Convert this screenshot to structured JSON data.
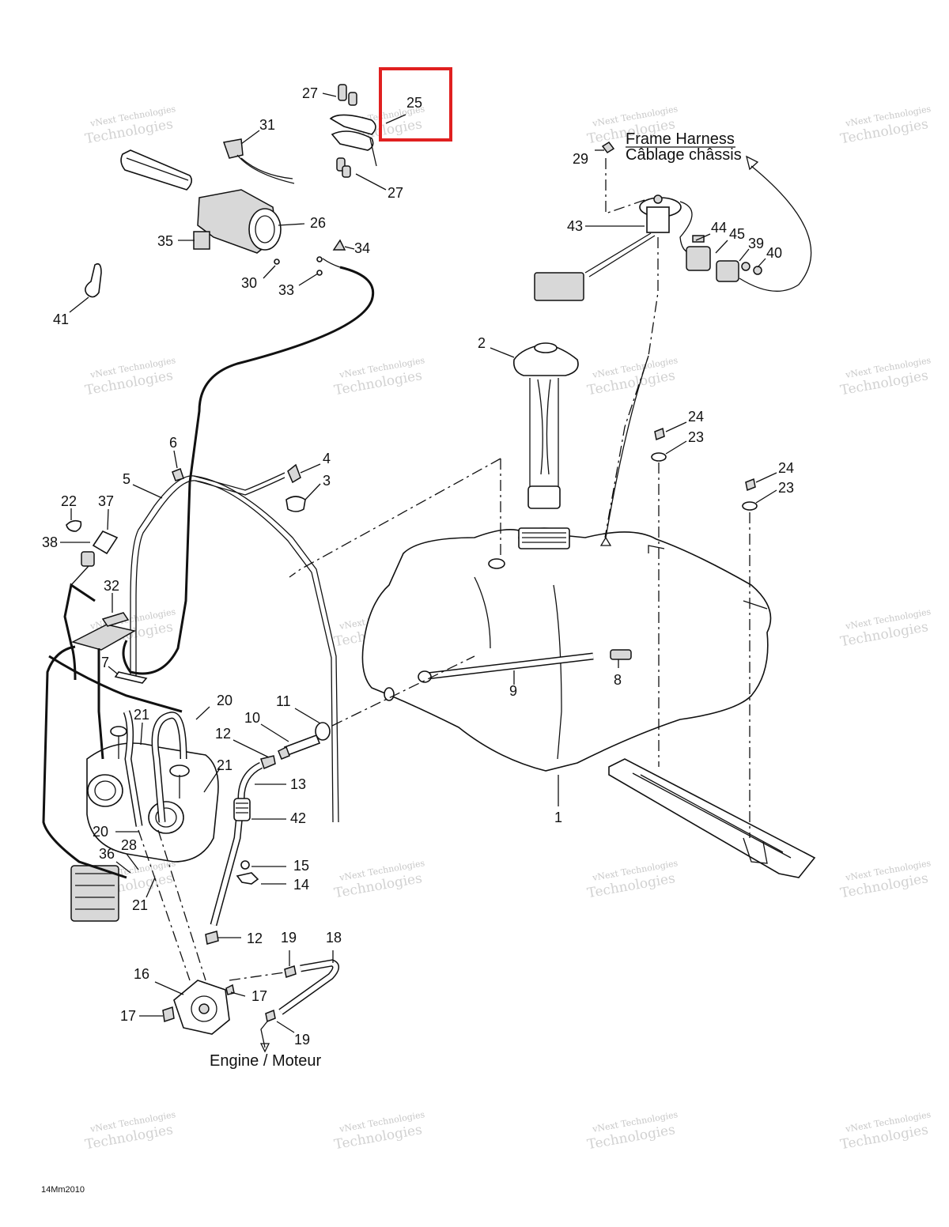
{
  "highlight": {
    "color": "#e02020",
    "label_ref": "25"
  },
  "frame_harness": {
    "line1": "Frame Harness",
    "line2": "Câblage châssis"
  },
  "engine_label": "Engine / Moteur",
  "footer_code": "14Mm2010",
  "watermark": {
    "line1": "vNext Technologies",
    "line2": "Technologies"
  },
  "callouts": {
    "c1": "1",
    "c2": "2",
    "c3": "3",
    "c4": "4",
    "c5": "5",
    "c6": "6",
    "c7": "7",
    "c8": "8",
    "c9": "9",
    "c10": "10",
    "c11": "11",
    "c12a": "12",
    "c12b": "12",
    "c13": "13",
    "c14": "14",
    "c15": "15",
    "c16": "16",
    "c17a": "17",
    "c17b": "17",
    "c18": "18",
    "c19a": "19",
    "c19b": "19",
    "c20a": "20",
    "c20b": "20",
    "c21a": "21",
    "c21b": "21",
    "c21c": "21",
    "c22": "22",
    "c23a": "23",
    "c23b": "23",
    "c24a": "24",
    "c24b": "24",
    "c25": "25",
    "c26": "26",
    "c27a": "27",
    "c27b": "27",
    "c28": "28",
    "c29": "29",
    "c30": "30",
    "c31": "31",
    "c32": "32",
    "c33": "33",
    "c34": "34",
    "c35": "35",
    "c36": "36",
    "c37": "37",
    "c38": "38",
    "c39": "39",
    "c40": "40",
    "c41": "41",
    "c42": "42",
    "c43": "43",
    "c44": "44",
    "c45": "45"
  }
}
